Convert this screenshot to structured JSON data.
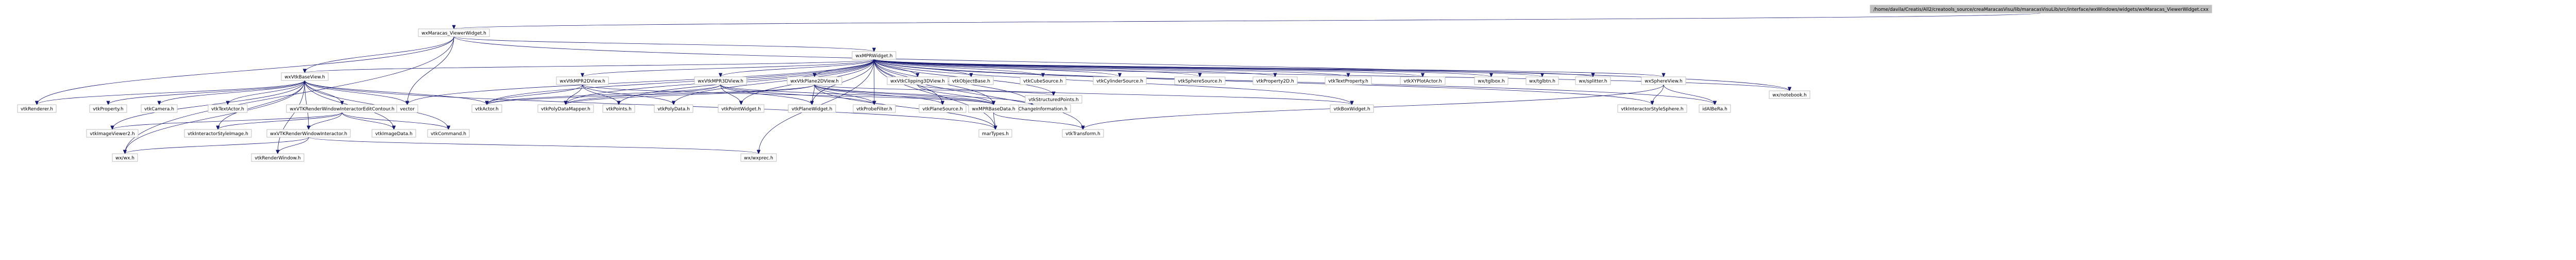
{
  "colors": {
    "edge": "#191970",
    "edge_red": "#ff0000",
    "node_fill": "#ffffff",
    "root_fill": "#bfbfbf",
    "node_stroke": "#bfbfbf",
    "red_border": "#ff0000",
    "link_border": "#ff0000"
  },
  "nodes": [
    {
      "id": "root",
      "label": "/home/davila/Creatis/All2/creatools_source/creaMaracasVisu/lib/maracasVisuLib/src/interface/wxWindows/widgets/wxMaracas_ViewerWidget.cxx",
      "style": "root"
    },
    {
      "id": "viewerwidget",
      "label": "wxMaracas_ViewerWidget.h",
      "style": "normal"
    },
    {
      "id": "mprwidget",
      "label": "wxMPRWidget.h",
      "style": "red"
    },
    {
      "id": "basevw",
      "label": "wxVtkBaseView.h",
      "style": "normal"
    },
    {
      "id": "notebook",
      "label": "wx/notebook.h",
      "style": "normal"
    },
    {
      "id": "vtkrenderer",
      "label": "vtkRenderer.h",
      "style": "normal"
    },
    {
      "id": "vtkproperty",
      "label": "vtkProperty.h",
      "style": "normal"
    },
    {
      "id": "vtkcamera",
      "label": "vtkCamera.h",
      "style": "normal"
    },
    {
      "id": "vtktextactor",
      "label": "vtkTextActor.h",
      "style": "normal"
    },
    {
      "id": "rwiec",
      "label": "wxVTKRenderWindowInteractorEditContour.h",
      "style": "red"
    },
    {
      "id": "vector",
      "label": "vector",
      "style": "normal"
    },
    {
      "id": "vtkactor",
      "label": "vtkActor.h",
      "style": "normal"
    },
    {
      "id": "vtkpdm",
      "label": "vtkPolyDataMapper.h",
      "style": "normal"
    },
    {
      "id": "mpr2d",
      "label": "wxVtkMPR2DView.h",
      "style": "red"
    },
    {
      "id": "vtkpoints",
      "label": "vtkPoints.h",
      "style": "normal"
    },
    {
      "id": "vtkpolydata",
      "label": "vtkPolyData.h",
      "style": "normal"
    },
    {
      "id": "vtkpointwidget",
      "label": "vtkPointWidget.h",
      "style": "normal"
    },
    {
      "id": "mpr3d",
      "label": "wxVtkMPR3DView.h",
      "style": "red"
    },
    {
      "id": "vtkplanewidget",
      "label": "vtkPlaneWidget.h",
      "style": "normal"
    },
    {
      "id": "clip3d",
      "label": "wxVtkClipping3DView.h",
      "style": "red"
    },
    {
      "id": "vtkobjectbase",
      "label": "vtkObjectBase.h",
      "style": "normal"
    },
    {
      "id": "vtkprobefilter",
      "label": "vtkProbeFilter.h",
      "style": "normal"
    },
    {
      "id": "plane2d",
      "label": "wxVtkPlane2DView.h",
      "style": "red"
    },
    {
      "id": "vtkplanesource",
      "label": "vtkPlaneSource.h",
      "style": "normal"
    },
    {
      "id": "vtkici",
      "label": "vtkImageChangeInformation.h",
      "style": "normal"
    },
    {
      "id": "vtkstructpts",
      "label": "vtkStructuredPoints.h",
      "style": "normal"
    },
    {
      "id": "vtkcubesource",
      "label": "vtkCubeSource.h",
      "style": "normal"
    },
    {
      "id": "vtkcylsource",
      "label": "vtkCylinderSource.h",
      "style": "normal"
    },
    {
      "id": "vtkspheresource",
      "label": "vtkSphereSource.h",
      "style": "normal"
    },
    {
      "id": "vtkprop2d",
      "label": "vtkProperty2D.h",
      "style": "normal"
    },
    {
      "id": "vtktextprop",
      "label": "vtkTextProperty.h",
      "style": "normal"
    },
    {
      "id": "vtkxyplot",
      "label": "vtkXYPlotActor.h",
      "style": "normal"
    },
    {
      "id": "wxtoolbox",
      "label": "wx/tglbox.h",
      "style": "normal"
    },
    {
      "id": "wxtglbtn",
      "label": "wx/tglbtn.h",
      "style": "normal"
    },
    {
      "id": "wxsplitter",
      "label": "wx/splitter.h",
      "style": "normal"
    },
    {
      "id": "sphereview",
      "label": "wxSphereView.h",
      "style": "red"
    },
    {
      "id": "vtkiss",
      "label": "vtkInteractorStyleSphere.h",
      "style": "red"
    },
    {
      "id": "idalbera",
      "label": "idAlBeRa.h",
      "style": "normal"
    },
    {
      "id": "vtkboxwidget",
      "label": "vtkBoxWidget.h",
      "style": "normal"
    },
    {
      "id": "mprbasedata",
      "label": "wxMPRBaseData.h",
      "style": "red"
    },
    {
      "id": "marTypes",
      "label": "marTypes.h",
      "style": "red"
    },
    {
      "id": "vtktransform",
      "label": "vtkTransform.h",
      "style": "normal"
    },
    {
      "id": "vtkimageviewer2",
      "label": "vtkImageViewer2.h",
      "style": "normal"
    },
    {
      "id": "vtkisi",
      "label": "vtkInteractorStyleImage.h",
      "style": "normal"
    },
    {
      "id": "rwi",
      "label": "wxVTKRenderWindowInteractor.h",
      "style": "red"
    },
    {
      "id": "vtkimagedata",
      "label": "vtkImageData.h",
      "style": "normal"
    },
    {
      "id": "vtkcommand",
      "label": "vtkCommand.h",
      "style": "normal"
    },
    {
      "id": "wxwx",
      "label": "wx/wx.h",
      "style": "normal"
    },
    {
      "id": "vtkrenderwindow",
      "label": "vtkRenderWindow.h",
      "style": "normal"
    },
    {
      "id": "wxwxprec",
      "label": "wx/wxprec.h",
      "style": "normal"
    }
  ],
  "edges": [
    [
      "root",
      "viewerwidget"
    ],
    [
      "viewerwidget",
      "mprwidget"
    ],
    [
      "viewerwidget",
      "basevw"
    ],
    [
      "viewerwidget",
      "notebook"
    ],
    [
      "viewerwidget",
      "vtkrenderer"
    ],
    [
      "viewerwidget",
      "vector"
    ],
    [
      "viewerwidget",
      "wxwx"
    ],
    [
      "basevw",
      "vtkrenderer"
    ],
    [
      "basevw",
      "vtkproperty"
    ],
    [
      "basevw",
      "vtkcamera"
    ],
    [
      "basevw",
      "vtktextactor"
    ],
    [
      "basevw",
      "rwiec"
    ],
    [
      "basevw",
      "vector"
    ],
    [
      "basevw",
      "vtkactor"
    ],
    [
      "basevw",
      "vtkimageviewer2"
    ],
    [
      "basevw",
      "vtkisi"
    ],
    [
      "basevw",
      "rwi"
    ],
    [
      "basevw",
      "vtkimagedata"
    ],
    [
      "basevw",
      "vtkcommand"
    ],
    [
      "basevw",
      "wxwx"
    ],
    [
      "basevw",
      "vtkrenderwindow"
    ],
    [
      "basevw",
      "marTypes"
    ],
    [
      "rwiec",
      "vtkimageviewer2"
    ],
    [
      "rwiec",
      "vtkisi"
    ],
    [
      "rwiec",
      "rwi"
    ],
    [
      "rwiec",
      "vtkimagedata"
    ],
    [
      "rwiec",
      "vtkcommand"
    ],
    [
      "rwi",
      "wxwx"
    ],
    [
      "rwi",
      "vtkrenderwindow"
    ],
    [
      "rwi",
      "wxwxprec"
    ],
    [
      "mprwidget",
      "basevw"
    ],
    [
      "mprwidget",
      "mpr2d"
    ],
    [
      "mprwidget",
      "mpr3d"
    ],
    [
      "mprwidget",
      "clip3d"
    ],
    [
      "mprwidget",
      "plane2d"
    ],
    [
      "mprwidget",
      "vtkobjectbase"
    ],
    [
      "mprwidget",
      "vtkcubesource"
    ],
    [
      "mprwidget",
      "vtkcylsource"
    ],
    [
      "mprwidget",
      "vtkspheresource"
    ],
    [
      "mprwidget",
      "vtkprop2d"
    ],
    [
      "mprwidget",
      "vtktextprop"
    ],
    [
      "mprwidget",
      "vtkxyplot"
    ],
    [
      "mprwidget",
      "wxtoolbox"
    ],
    [
      "mprwidget",
      "wxtglbtn"
    ],
    [
      "mprwidget",
      "wxsplitter"
    ],
    [
      "mprwidget",
      "sphereview"
    ],
    [
      "mprwidget",
      "notebook"
    ],
    [
      "mprwidget",
      "idalbera"
    ],
    [
      "mprwidget",
      "vtkboxwidget"
    ],
    [
      "mprwidget",
      "mprbasedata"
    ],
    [
      "mprwidget",
      "vector"
    ],
    [
      "mprwidget",
      "vtkactor"
    ],
    [
      "mprwidget",
      "vtkpdm"
    ],
    [
      "mprwidget",
      "vtkpoints"
    ],
    [
      "mprwidget",
      "vtkpolydata"
    ],
    [
      "mprwidget",
      "vtkpointwidget"
    ],
    [
      "mprwidget",
      "vtkplanewidget"
    ],
    [
      "mprwidget",
      "vtkprobefilter"
    ],
    [
      "mprwidget",
      "vtkplanesource"
    ],
    [
      "mprwidget",
      "vtkici"
    ],
    [
      "mprwidget",
      "vtkstructpts"
    ],
    [
      "mprwidget",
      "vtkiss"
    ],
    [
      "mprwidget",
      "vtktransform"
    ],
    [
      "mprwidget",
      "marTypes"
    ],
    [
      "mprwidget",
      "wxwxprec"
    ],
    [
      "mpr2d",
      "vtkactor"
    ],
    [
      "mpr2d",
      "vtkpdm"
    ],
    [
      "mpr2d",
      "vtkpoints"
    ],
    [
      "mpr2d",
      "vtkpolydata"
    ],
    [
      "mpr2d",
      "mprbasedata"
    ],
    [
      "mpr3d",
      "vtkpointwidget"
    ],
    [
      "mpr3d",
      "vtkplanewidget"
    ],
    [
      "mpr3d",
      "vtkprobefilter"
    ],
    [
      "mpr3d",
      "vtkactor"
    ],
    [
      "mpr3d",
      "vtkpdm"
    ],
    [
      "mpr3d",
      "mprbasedata"
    ],
    [
      "clip3d",
      "vtkboxwidget"
    ],
    [
      "clip3d",
      "mprbasedata"
    ],
    [
      "plane2d",
      "vtkplanesource"
    ],
    [
      "plane2d",
      "vtkprobefilter"
    ],
    [
      "plane2d",
      "vtkici"
    ],
    [
      "plane2d",
      "vtkstructpts"
    ],
    [
      "plane2d",
      "vtkplanewidget"
    ],
    [
      "plane2d",
      "vtkpdm"
    ],
    [
      "plane2d",
      "vtkactor"
    ],
    [
      "plane2d",
      "mprbasedata"
    ],
    [
      "plane2d",
      "marTypes"
    ],
    [
      "sphereview",
      "vtkiss"
    ],
    [
      "sphereview",
      "idalbera"
    ],
    [
      "sphereview",
      "vtktransform"
    ],
    [
      "mprbasedata",
      "marTypes"
    ],
    [
      "mprbasedata",
      "vtktransform"
    ]
  ]
}
